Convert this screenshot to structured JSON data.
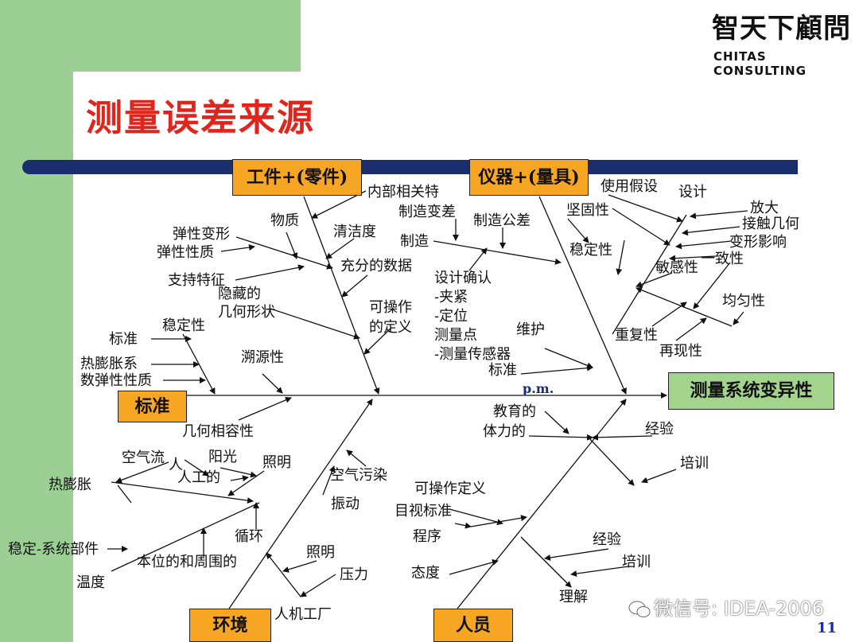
{
  "slide": {
    "title": "测量误差来源",
    "logo_cn": "智天下顧問",
    "logo_en": "CHITAS CONSULTING",
    "page_number": "11",
    "watermark": "微信号: IDEA-2006"
  },
  "effect": "测量系统变异性",
  "categories": {
    "workpiece": "工件+(零件)",
    "instrument": "仪器+(量具)",
    "standard": "标准",
    "environment": "环境",
    "personnel": "人员"
  },
  "pm": "p.m.",
  "labels": {
    "l1": "内部相关特",
    "l2": "制造变差",
    "l3": "物质",
    "l4": "清洁度",
    "l5": "弹性变形",
    "l6": "弹性性质",
    "l7": "充分的数据",
    "l8": "制造",
    "l9": "制造公差",
    "l10": "支持特征",
    "l11": "隐藏的",
    "l12": "几何形状",
    "l13": "可操作",
    "l14": "的定义",
    "l15": "设计确认",
    "l16": "-夹紧",
    "l17": "-定位",
    "l18": "测量点",
    "l19": "-测量传感器",
    "l20": "维护",
    "l21": "标准",
    "l22": "使用假设",
    "l23": "设计",
    "l24": "坚固性",
    "l25": "放大",
    "l26": "接触几何",
    "l27": "变形影响",
    "l28": "稳定性",
    "l29": "敏感性",
    "l30": "一致性",
    "l31": "均匀性",
    "l32": "重复性",
    "l33": "再现性",
    "l34": "标准",
    "l35": "稳定性",
    "l36": "热膨胀系",
    "l37": "数弹性性质",
    "l38": "溯源性",
    "l39": "几何相容性",
    "l40": "教育的",
    "l41": "体力的",
    "l42": "经验",
    "l43": "培训",
    "l44": "空气流",
    "l45": "人",
    "l46": "阳光",
    "l47": "人工的",
    "l48": "照明",
    "l49": "空气污染",
    "l50": "热膨胀",
    "l51": "振动",
    "l52": "可操作定义",
    "l53": "目视标准",
    "l54": "循环",
    "l55": "程序",
    "l56": "稳定-系统部件",
    "l57": "照明",
    "l58": "经验",
    "l59": "本位的和周围的",
    "l60": "压力",
    "l61": "培训",
    "l62": "温度",
    "l63": "态度",
    "l64": "理解",
    "l65": "人机工厂"
  }
}
